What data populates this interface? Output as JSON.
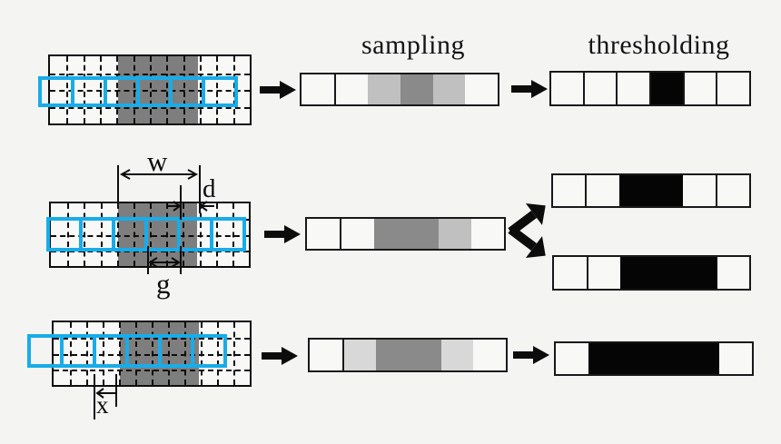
{
  "palette": {
    "white": "#f8f8f7",
    "light": "#c0c0c0",
    "lighter": "#d8d8d8",
    "mid": "#8a8a8a",
    "black": "#050505",
    "bar_gray": "#7e7e7e",
    "scan_blue": "#18ace9",
    "line": "#0d0d0d"
  },
  "titles": {
    "sampling": "sampling",
    "thresholding": "thresholding"
  },
  "labels": {
    "w": "w",
    "d": "d",
    "g": "g",
    "x": "x"
  },
  "grids": {
    "cols": 12,
    "rows": 4,
    "scan_squares": 6
  },
  "rows": {
    "r1": {
      "sampling_cells": [
        "white",
        "white",
        "light",
        "mid",
        "light",
        "white"
      ],
      "threshold_cells": [
        "white",
        "white",
        "white",
        "black",
        "white",
        "white"
      ]
    },
    "r2": {
      "sampling_cells": [
        "white",
        "white",
        "mid",
        "mid",
        "light",
        "white"
      ],
      "threshold_upper_cells": [
        "white",
        "white",
        "black",
        "black",
        "white",
        "white"
      ],
      "threshold_lower_cells": [
        "white",
        "white",
        "black",
        "black",
        "black",
        "white"
      ]
    },
    "r3": {
      "sampling_cells": [
        "white",
        "lighter",
        "mid",
        "mid",
        "lighter",
        "white"
      ],
      "threshold_cells": [
        "white",
        "black",
        "black",
        "black",
        "black",
        "white"
      ]
    }
  }
}
